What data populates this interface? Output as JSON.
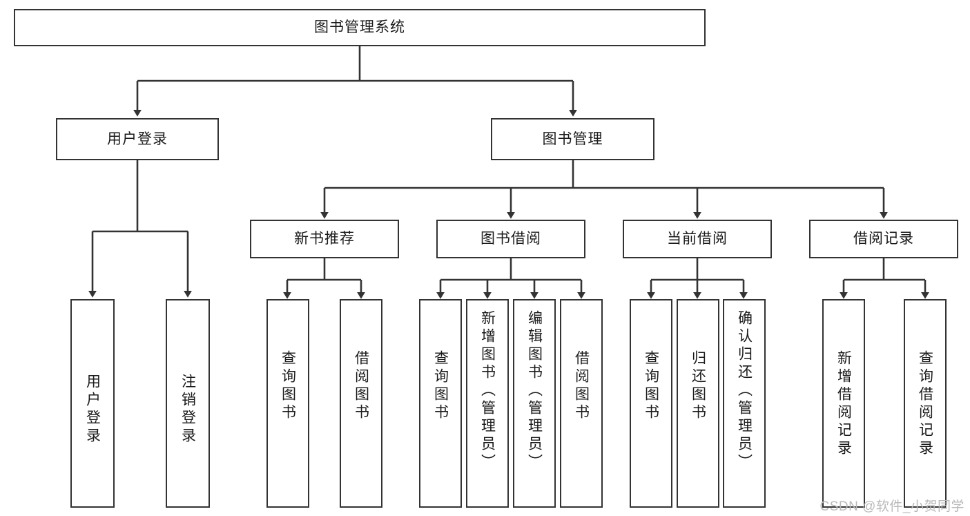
{
  "diagram": {
    "type": "hierarchy-tree",
    "title": "图书管理系统",
    "root": {
      "id": "root",
      "label": "图书管理系统"
    },
    "level2": [
      {
        "id": "user-login",
        "label": "用户登录"
      },
      {
        "id": "book-management",
        "label": "图书管理"
      }
    ],
    "level3": [
      {
        "id": "new-book-recommend",
        "label": "新书推荐",
        "parent": "book-management"
      },
      {
        "id": "book-borrow",
        "label": "图书借阅",
        "parent": "book-management"
      },
      {
        "id": "current-borrow",
        "label": "当前借阅",
        "parent": "book-management"
      },
      {
        "id": "borrow-record",
        "label": "借阅记录",
        "parent": "book-management"
      }
    ],
    "leaves": [
      {
        "id": "leaf-user-login",
        "label": "用户登录",
        "parent": "user-login"
      },
      {
        "id": "leaf-logout-login",
        "label": "注销登录",
        "parent": "user-login"
      },
      {
        "id": "leaf-query-book-1",
        "label": "查询图书",
        "parent": "new-book-recommend"
      },
      {
        "id": "leaf-borrow-book-1",
        "label": "借阅图书",
        "parent": "new-book-recommend"
      },
      {
        "id": "leaf-query-book-2",
        "label": "查询图书",
        "parent": "book-borrow"
      },
      {
        "id": "leaf-add-book",
        "label": "新增图书（管理员）",
        "parent": "book-borrow"
      },
      {
        "id": "leaf-edit-book",
        "label": "编辑图书（管理员）",
        "parent": "book-borrow"
      },
      {
        "id": "leaf-borrow-book-2",
        "label": "借阅图书",
        "parent": "book-borrow"
      },
      {
        "id": "leaf-query-book-3",
        "label": "查询图书",
        "parent": "current-borrow"
      },
      {
        "id": "leaf-return-book",
        "label": "归还图书",
        "parent": "current-borrow"
      },
      {
        "id": "leaf-confirm-return",
        "label": "确认归还（管理员）",
        "parent": "current-borrow"
      },
      {
        "id": "leaf-add-record",
        "label": "新增借阅记录",
        "parent": "borrow-record"
      },
      {
        "id": "leaf-query-record",
        "label": "查询借阅记录",
        "parent": "borrow-record"
      }
    ]
  },
  "watermark": {
    "text": "CSDN @软件_小贺同学"
  },
  "colors": {
    "box_border": "#333333",
    "box_fill": "#ffffff",
    "connector": "#333333",
    "text": "#1a1a1a",
    "watermark": "#b9b9b9",
    "background": "#ffffff"
  }
}
